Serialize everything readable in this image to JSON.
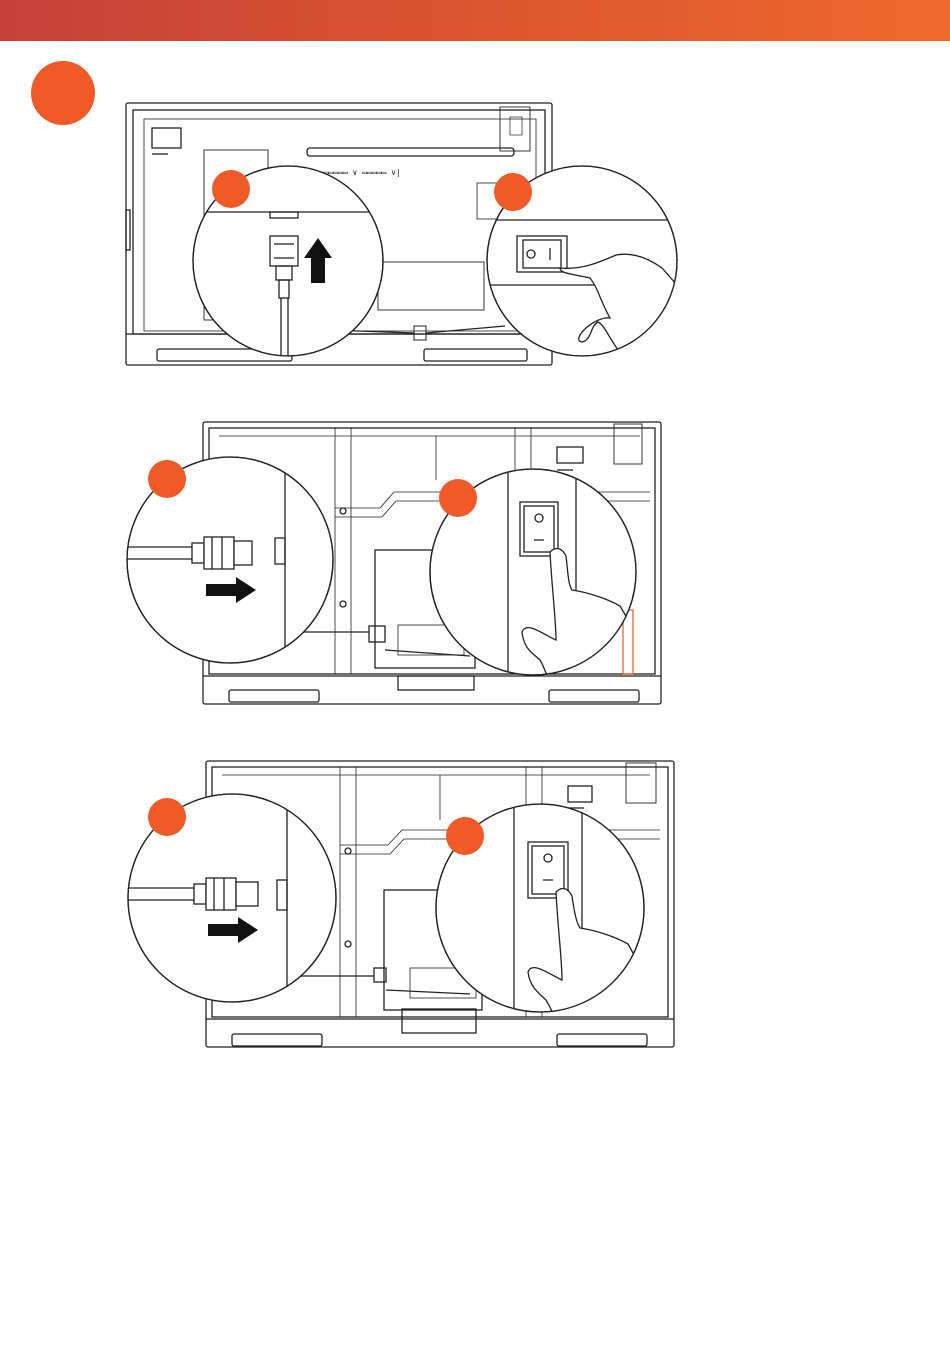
{
  "header": {
    "band_color": "#e0552f"
  },
  "step": {
    "badge_color": "#f05a28"
  },
  "figures": [
    {
      "id": "fig-1",
      "zooms": [
        "cable-plug-up",
        "rocker-switch-press"
      ]
    },
    {
      "id": "fig-2",
      "zooms": [
        "cable-plug-right",
        "rocker-switch-press"
      ]
    },
    {
      "id": "fig-3",
      "zooms": [
        "cable-plug-right",
        "rocker-switch-press"
      ]
    }
  ],
  "icons": [
    "arrow-up-icon",
    "arrow-right-icon",
    "hand-icon",
    "power-plug-icon",
    "rocker-switch-icon"
  ]
}
